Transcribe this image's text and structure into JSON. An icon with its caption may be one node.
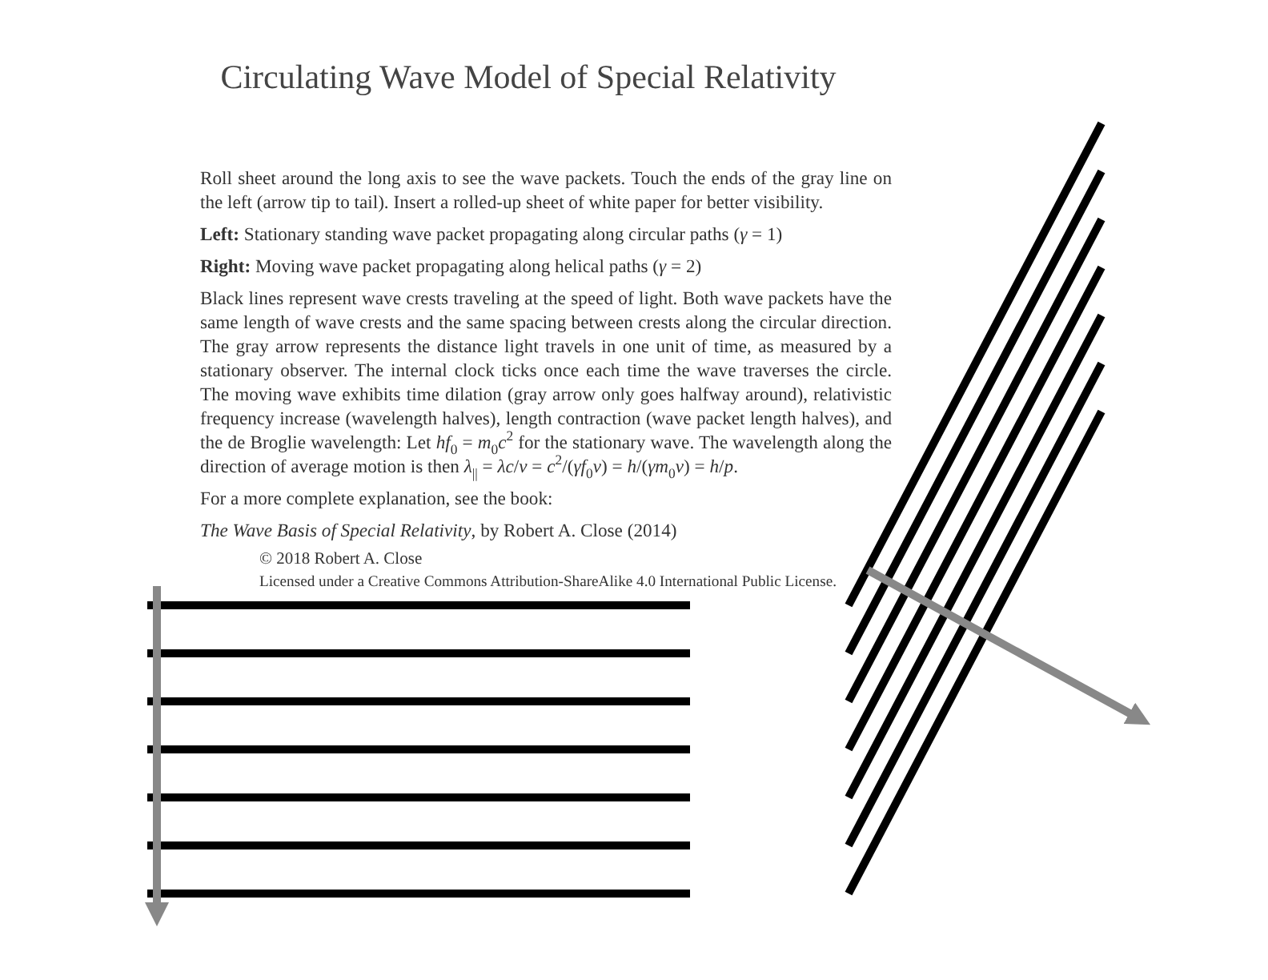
{
  "diagram": {
    "title": "Circulating Wave Model of Special Relativity",
    "labels": [
      "Roll sheet around the long axis to see the wave packets. Touch the ends of the gray line on the left (arrow tip to tail). Insert a rolled-up sheet of white paper for better visibility.",
      "**Left:** Stationary standing wave packet propagating along circular paths (*γ* = 1)",
      "**Right:** Moving wave packet propagating along helical paths (*γ* = 2)",
      "Black lines represent wave crests traveling at the speed of light. Both wave packets have the same length of wave crests and the same spacing between crests along the circular direction. The gray arrow represents the distance light travels in one unit of time, as measured by a stationary observer. The internal clock ticks once each time the wave traverses the circle. The moving wave exhibits time dilation (gray arrow only goes halfway around), relativistic frequency increase (wavelength halves), length contraction (wave packet length halves), and the de Broglie wavelength: Let *hf*$_{0}$ = *m*$_{0}$*c*$^{2}$ for the stationary wave. The wavelength along the direction of average motion is then *λ*$_{||}$ = *λc*/*v* = *c*$^{2}$/(*γf*$_{0}$*v*) = *h*/(*γm*$_{0}$*v*) = *h*/*p*.",
      "For a more complete explanation, see the book:",
      "*The Wave Basis of Special Relativity*, by Robert A. Close (2014)",
      "© 2018 Robert A. Close",
      "Licensed under a Creative Commons Attribution-ShareAlike 4.0 International Public License."
    ]
  }
}
